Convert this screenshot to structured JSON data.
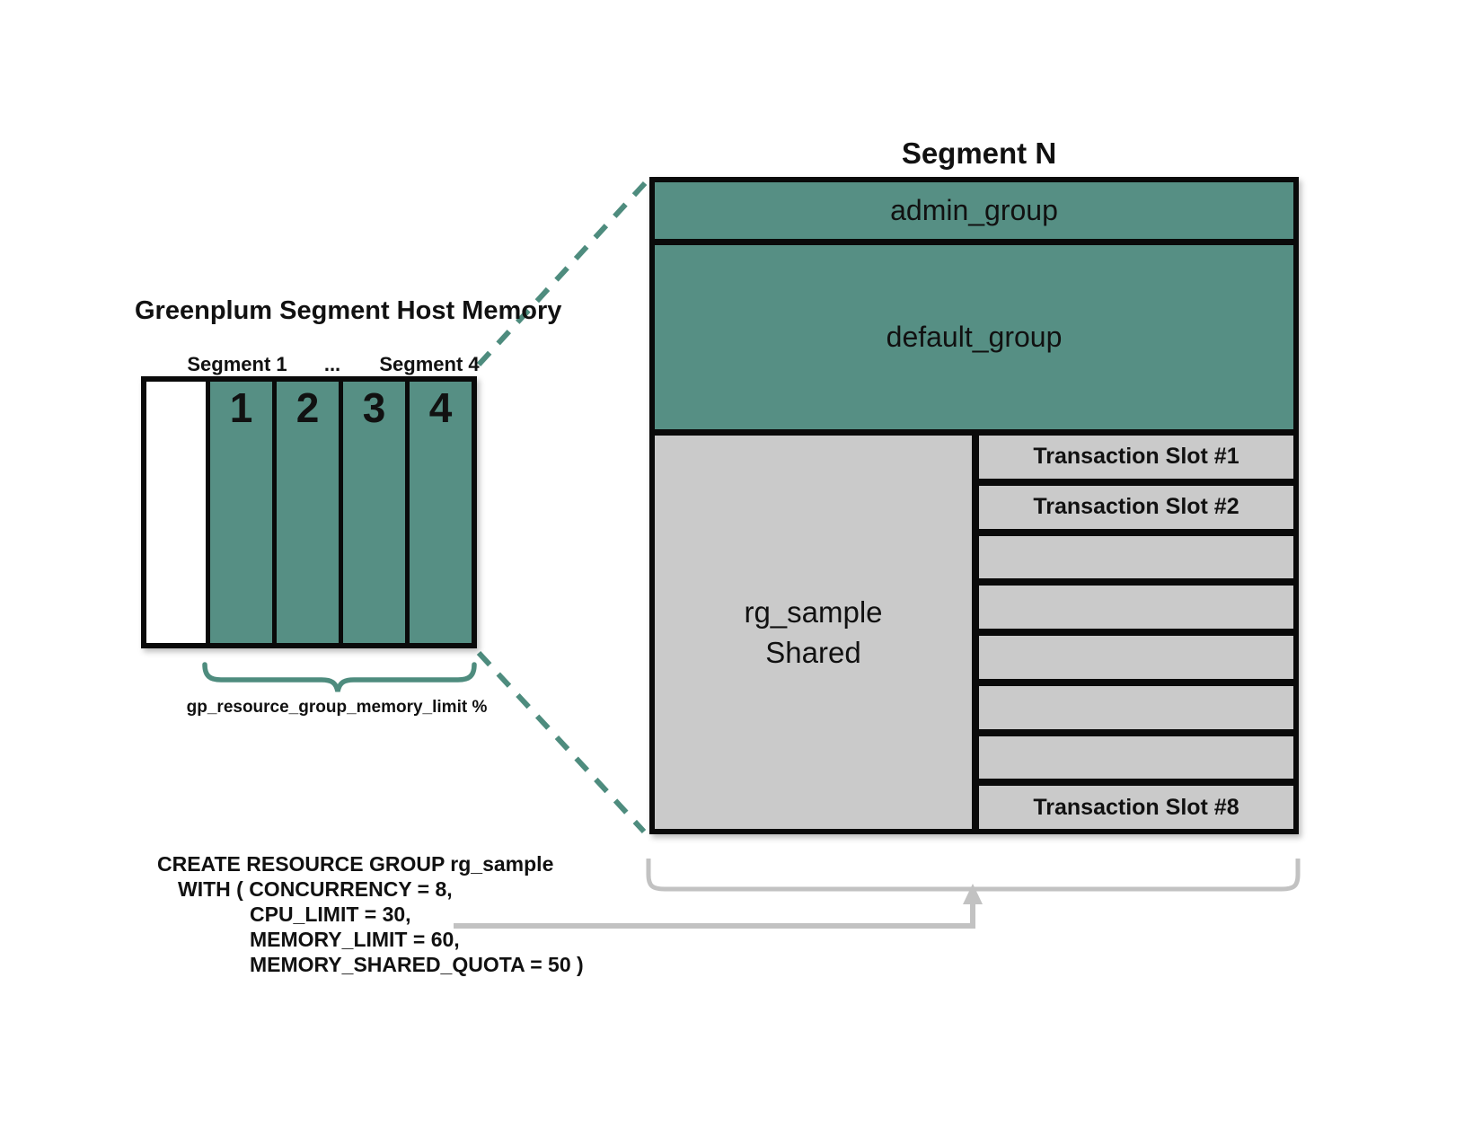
{
  "colors": {
    "teal": "#568f84",
    "teal_line": "#4e8c7e",
    "gray_fill": "#cacaca",
    "gray_line": "#c2c2c2",
    "border": "#0a0a0a"
  },
  "left_diagram": {
    "title": "Greenplum Segment Host Memory",
    "segment_label_left": "Segment 1",
    "segment_label_mid": "...",
    "segment_label_right": "Segment 4",
    "column_numbers": [
      "1",
      "2",
      "3",
      "4"
    ],
    "brace_label": "gp_resource_group_memory_limit %"
  },
  "right_diagram": {
    "title": "Segment N",
    "admin_group_label": "admin_group",
    "default_group_label": "default_group",
    "shared_lines": [
      "rg_sample",
      "Shared"
    ],
    "slots": [
      "Transaction Slot #1",
      "Transaction Slot #2",
      "",
      "",
      "",
      "",
      "",
      "Transaction Slot #8"
    ]
  },
  "code_block": {
    "lines": [
      "CREATE RESOURCE GROUP rg_sample",
      "WITH ( CONCURRENCY = 8,",
      "CPU_LIMIT = 30,",
      "MEMORY_LIMIT = 60,",
      "MEMORY_SHARED_QUOTA = 50 )"
    ]
  }
}
